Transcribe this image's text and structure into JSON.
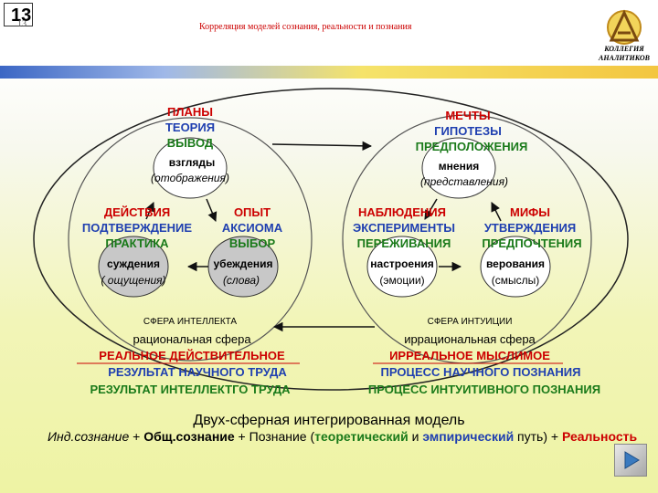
{
  "header": {
    "page_number": "13",
    "page_number_small": "13",
    "title": "Корреляция моделей сознания, реальности и познания",
    "logo_line1": "КОЛЛЕГИЯ",
    "logo_line2": "АНАЛИТИКОВ"
  },
  "left_sphere": {
    "top": [
      "ПЛАНЫ",
      "ТЕОРИЯ",
      "ВЫВОД"
    ],
    "top_colors": [
      "#cc0000",
      "#1f3fb0",
      "#1a7a1a"
    ],
    "top_node": [
      "взгляды",
      "(отображения)"
    ],
    "left": [
      "ДЕЙСТВИЯ",
      "ПОДТВЕРЖДЕНИЕ",
      "ПРАКТИКА"
    ],
    "left_colors": [
      "#cc0000",
      "#1f3fb0",
      "#1a7a1a"
    ],
    "left_node": [
      "суждения",
      "( ощущения)"
    ],
    "right": [
      "ОПЫТ",
      "АКСИОМА",
      "ВЫБОР"
    ],
    "right_colors": [
      "#cc0000",
      "#1f3fb0",
      "#1a7a1a"
    ],
    "right_node": [
      "убеждения",
      "(слова)"
    ],
    "sphere_label": "СФЕРА ИНТЕЛЛЕКТА"
  },
  "right_sphere": {
    "top": [
      "МЕЧТЫ",
      "ГИПОТЕЗЫ",
      "ПРЕДПОЛОЖЕНИЯ"
    ],
    "top_colors": [
      "#cc0000",
      "#1f3fb0",
      "#1a7a1a"
    ],
    "top_node": [
      "мнения",
      "(представления)"
    ],
    "left": [
      "НАБЛЮДЕНИЯ",
      "ЭКСПЕРИМЕНТЫ",
      "ПЕРЕЖИВАНИЯ"
    ],
    "left_colors": [
      "#cc0000",
      "#1f3fb0",
      "#1a7a1a"
    ],
    "left_node": [
      "настроения",
      "(эмоции)"
    ],
    "right": [
      "МИФЫ",
      "УТВЕРЖДЕНИЯ",
      "ПРЕДПОЧТЕНИЯ"
    ],
    "right_colors": [
      "#cc0000",
      "#1f3fb0",
      "#1a7a1a"
    ],
    "right_node": [
      "верования",
      "(смыслы)"
    ],
    "sphere_label": "СФЕРА ИНТУИЦИИ"
  },
  "left_caption": {
    "sphere_name": "рациональная сфера",
    "reality": "РЕАЛЬНОЕ   ДЕЙСТВИТЕЛЬНОЕ",
    "result1": "РЕЗУЛЬТАТ НАУЧНОГО ТРУДА",
    "result2": "РЕЗУЛЬТАТ ИНТЕЛЛЕКТГО ТРУДА"
  },
  "right_caption": {
    "sphere_name": "иррациональная сфера",
    "reality": "ИРРЕАЛЬНОЕ  МЫСЛИМОЕ",
    "result1": "ПРОЦЕСС НАУЧНОГО ПОЗНАНИЯ",
    "result2": "ПРОЦЕСС ИНТУИТИВНОГО ПОЗНАНИЯ"
  },
  "footer": {
    "model_title": "Двух-сферная интегрированная модель",
    "formula": {
      "p1": "Инд.сознание",
      "p2": " + ",
      "p3": "Общ.сознание",
      "p4": " + Познание (",
      "p5": "теоретический",
      "p6": " и ",
      "p7": "эмпирический",
      "p8": " путь) + ",
      "p9": "Реальность"
    }
  },
  "colors": {
    "red": "#cc0000",
    "blue": "#1f3fb0",
    "green": "#1a7a1a",
    "node_fill": "#ffffff",
    "node_fill_gray": "#c8c8c8"
  },
  "nav": {
    "next_icon": "triangle-right-icon"
  }
}
